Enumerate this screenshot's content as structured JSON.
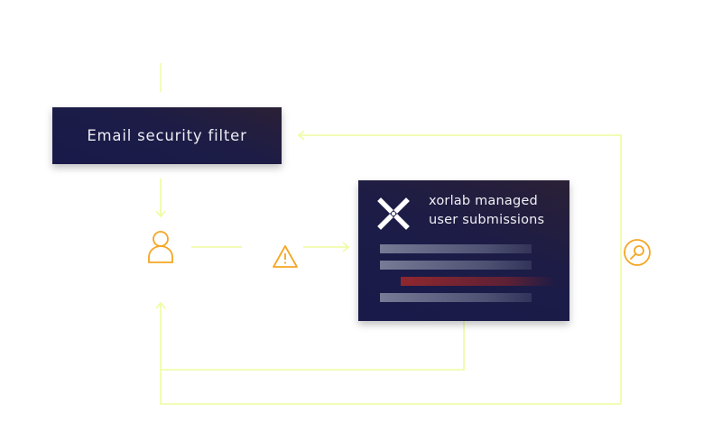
{
  "nodes": {
    "email_filter": {
      "label": "Email security filter"
    },
    "xorlab_card": {
      "title_line1": "xorlab managed",
      "title_line2": "user submissions",
      "logo": "xorlab-x-logo",
      "rows": [
        {
          "type": "normal"
        },
        {
          "type": "normal"
        },
        {
          "type": "flagged"
        },
        {
          "type": "normal"
        }
      ]
    },
    "user": {
      "icon": "user-icon"
    },
    "warning": {
      "icon": "warning-icon"
    },
    "investigate": {
      "icon": "search-icon"
    }
  },
  "colors": {
    "box_background": "#1b1b48",
    "connector": "#eefc9e",
    "icon_accent": "#f5a623",
    "flag_row": "#9a2a2e",
    "text": "#f0f0f5"
  }
}
